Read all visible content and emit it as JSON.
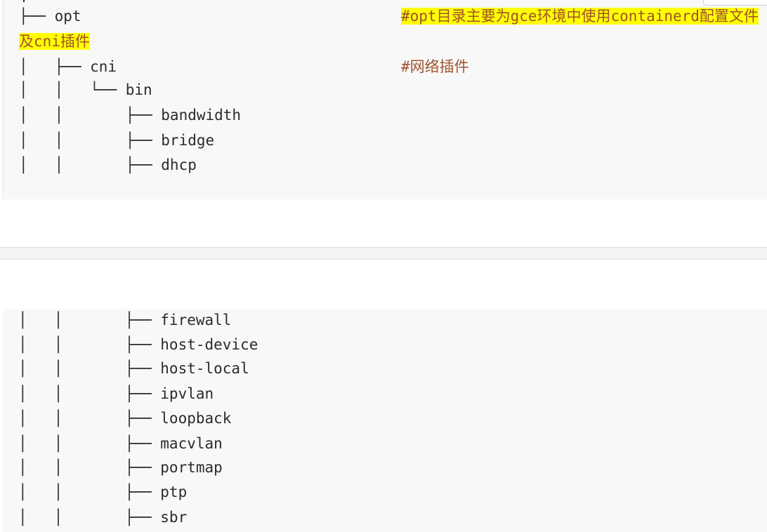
{
  "block_top": {
    "lines": [
      {
        "text": "├── opt"
      },
      {
        "text": "│   ├── cni"
      },
      {
        "text": "│   │   └── bin"
      },
      {
        "text": "│   │       ├── bandwidth"
      },
      {
        "text": "│   │       ├── bridge"
      },
      {
        "text": "│   │       ├── dhcp"
      }
    ],
    "comment_opt": "#opt目录主要为gce环境中使用containerd配置文件",
    "comment_opt_wrap": "及cni插件",
    "comment_cni": "#网络插件"
  },
  "block_bottom": {
    "lines": [
      {
        "text": "│   │       ├── firewall"
      },
      {
        "text": "│   │       ├── host-device"
      },
      {
        "text": "│   │       ├── host-local"
      },
      {
        "text": "│   │       ├── ipvlan"
      },
      {
        "text": "│   │       ├── loopback"
      },
      {
        "text": "│   │       ├── macvlan"
      },
      {
        "text": "│   │       ├── portmap"
      },
      {
        "text": "│   │       ├── ptp"
      },
      {
        "text": "│   │       ├── sbr"
      }
    ]
  },
  "colors": {
    "code_background": "#f8f8f8",
    "code_text": "#2b2b2b",
    "comment_text": "#a0522d",
    "highlight": "#ffff00"
  }
}
